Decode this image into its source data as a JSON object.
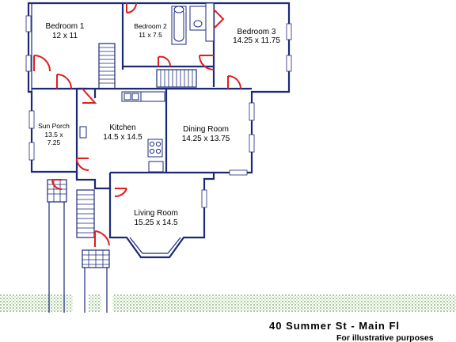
{
  "rooms": {
    "bedroom1": {
      "name": "Bedroom 1",
      "size": "12 x 11"
    },
    "bedroom2": {
      "name": "Bedroom 2",
      "size": "11 x 7.5"
    },
    "bedroom3": {
      "name": "Bedroom 3",
      "size": "14.25 x 11.75"
    },
    "sun_porch": {
      "name": "Sun Porch",
      "size_line1": "13.5 x",
      "size_line2": "7.25"
    },
    "kitchen": {
      "name": "Kitchen",
      "size": "14.5 x 14.5"
    },
    "dining": {
      "name": "Dining Room",
      "size": "14.25 x 13.75"
    },
    "living": {
      "name": "Living Room",
      "size": "15.25 x 14.5"
    }
  },
  "caption": {
    "title": "40 Summer St - Main Fl",
    "subtitle": "For illustrative purposes"
  },
  "colors": {
    "walls": "#1b2a78",
    "doors": "#e01e1e",
    "grass": "#9bc28a"
  }
}
